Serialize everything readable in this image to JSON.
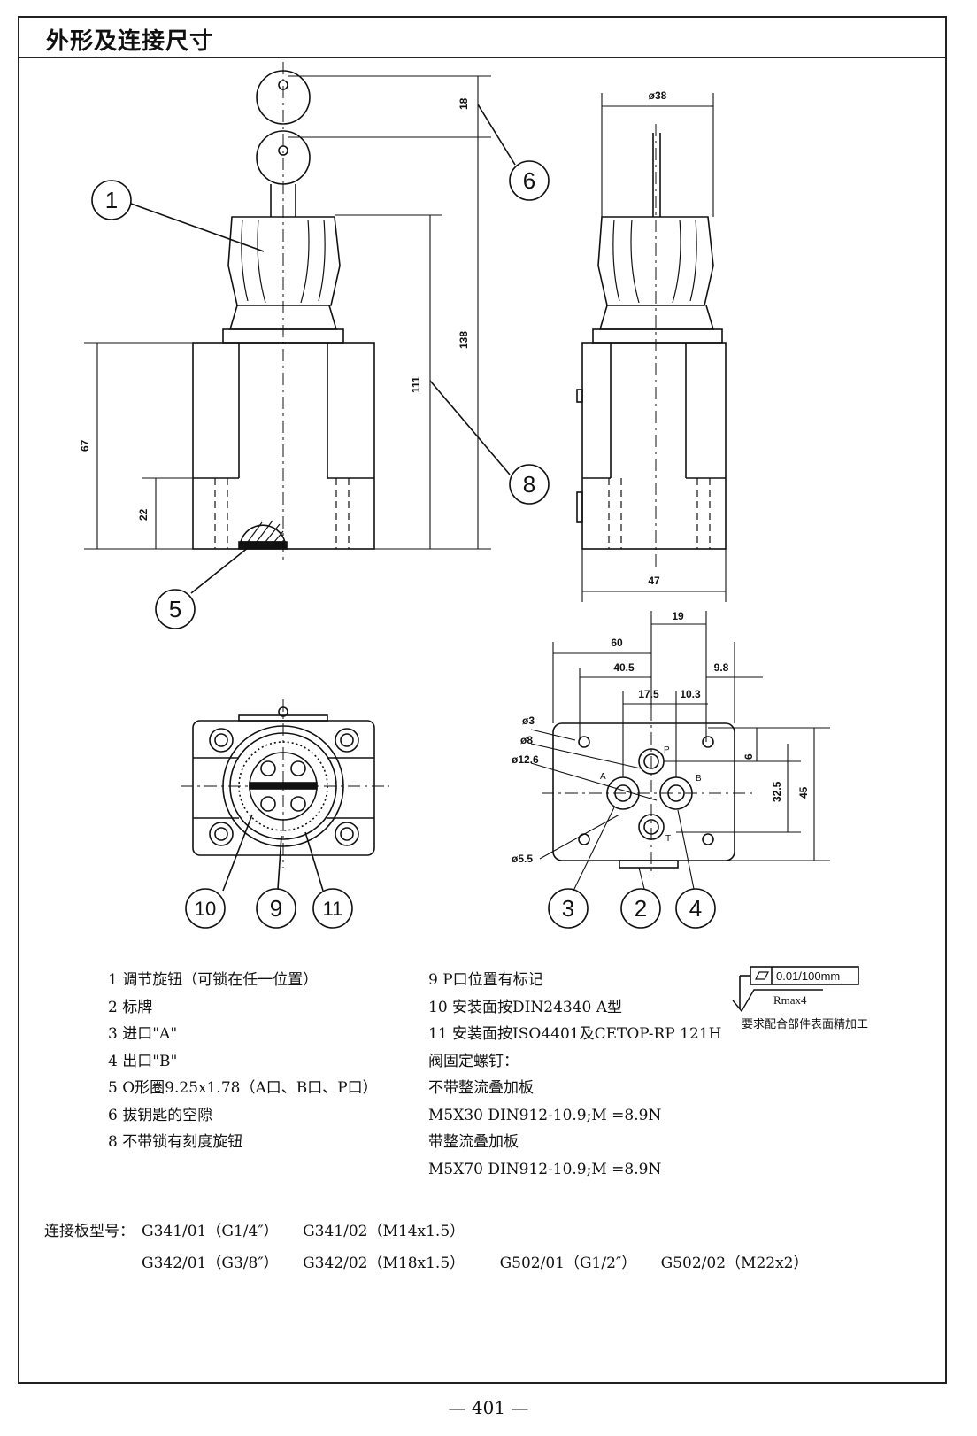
{
  "header": {
    "title": "外形及连接尺寸"
  },
  "dimensions": {
    "d18": "18",
    "d138": "138",
    "d111": "111",
    "d67": "67",
    "d22": "22",
    "phi38": "ø38",
    "d47": "47",
    "d19": "19",
    "d60": "60",
    "d40_5": "40.5",
    "d9_8": "9.8",
    "d17_5": "17.5",
    "d10_3": "10.3",
    "phi3": "ø3",
    "phi8": "ø8",
    "phi12_6": "ø12.6",
    "phi5_5": "ø5.5",
    "d6": "6",
    "d32_5": "32.5",
    "d45": "45",
    "portP": "P",
    "portA": "A",
    "portB": "B",
    "portT": "T"
  },
  "balloons": {
    "b1": "1",
    "b2": "2",
    "b3": "3",
    "b4": "4",
    "b5": "5",
    "b6": "6",
    "b8": "8",
    "b9": "9",
    "b10": "10",
    "b11": "11"
  },
  "notes_left": [
    "1 调节旋钮（可锁在任一位置）",
    "2 标牌",
    "3 进口\"A\"",
    "4 出口\"B\"",
    "5 O形圈9.25x1.78（A口、B口、P口）",
    "6 拔钥匙的空隙",
    "8 不带锁有刻度旋钮"
  ],
  "notes_right": [
    "9 P口位置有标记",
    "10 安装面按DIN24340 A型",
    "11 安装面按ISO4401及CETOP-RP 121H",
    "阀固定螺钉：",
    "不带整流叠加板",
    "M5X30 DIN912-10.9;M =8.9N",
    "带整流叠加板",
    "M5X70 DIN912-10.9;M =8.9N"
  ],
  "surface_symbol": {
    "flatness": "0.01/100mm",
    "roughness": "Rmax4",
    "note": "要求配合部件表面精加工"
  },
  "plates": {
    "label": "连接板型号：",
    "row1": [
      "G341/01（G1/4″）",
      "G341/02（M14x1.5）"
    ],
    "row2": [
      "G342/01（G3/8″）",
      "G342/02（M18x1.5）",
      "G502/01（G1/2″）",
      "G502/02（M22x2）"
    ]
  },
  "page_number": "— 401 —"
}
